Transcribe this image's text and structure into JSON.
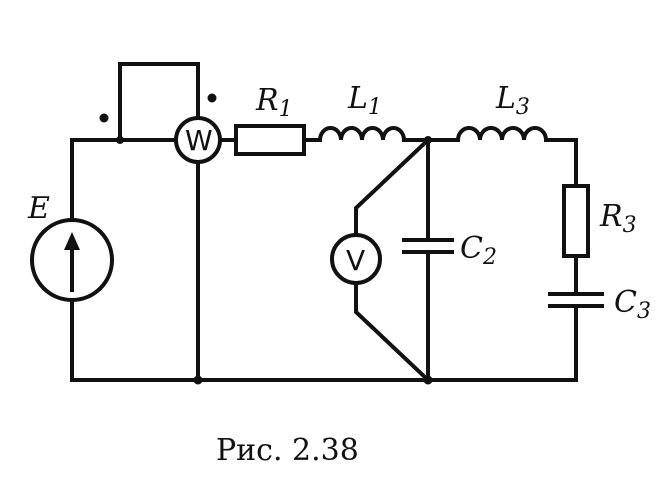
{
  "diagram": {
    "source": {
      "symbol": "E"
    },
    "wattmeter": {
      "symbol": "W"
    },
    "voltmeter": {
      "symbol": "V"
    },
    "r1": {
      "letter": "R",
      "sub": "1"
    },
    "l1": {
      "letter": "L",
      "sub": "1"
    },
    "l3": {
      "letter": "L",
      "sub": "3"
    },
    "c2": {
      "letter": "C",
      "sub": "2"
    },
    "r3": {
      "letter": "R",
      "sub": "3"
    },
    "c3": {
      "letter": "C",
      "sub": "3"
    }
  },
  "caption": "Рис. 2.38"
}
